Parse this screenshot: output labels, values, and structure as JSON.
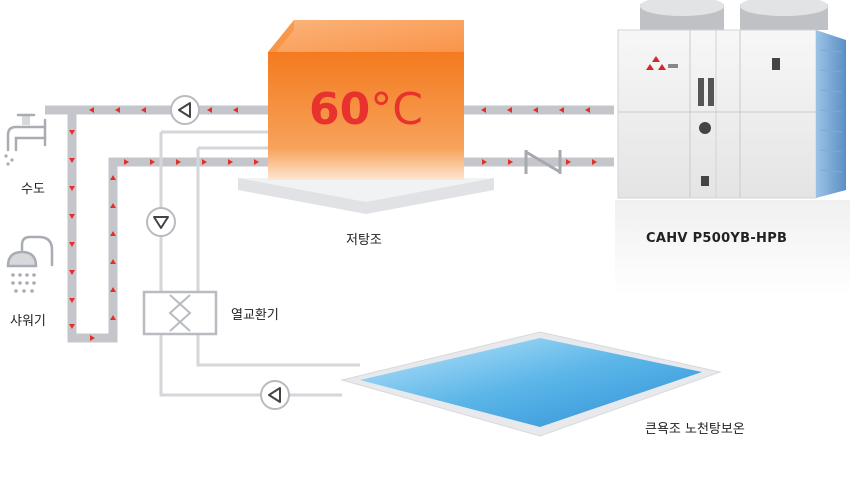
{
  "tank": {
    "temperature": "60",
    "unit": "°C",
    "label": "저탕조"
  },
  "heat_pump": {
    "model": "CAHV P500YB-HPB"
  },
  "sources": {
    "tap_water": "수도",
    "shower": "샤워기"
  },
  "heat_exchanger": {
    "label": "열교환기"
  },
  "pool": {
    "label": "큰욕조 노천탕보온"
  },
  "colors": {
    "pipe": "#c4c6cb",
    "arrow": "#e5302a",
    "tank_top": "#f9a05a",
    "tank_body": "#f47a1f",
    "pool": "#5bb6e8"
  },
  "icons": [
    "faucet-icon",
    "shower-icon",
    "pump-icon",
    "check-valve-icon",
    "heat-exchanger-icon"
  ]
}
